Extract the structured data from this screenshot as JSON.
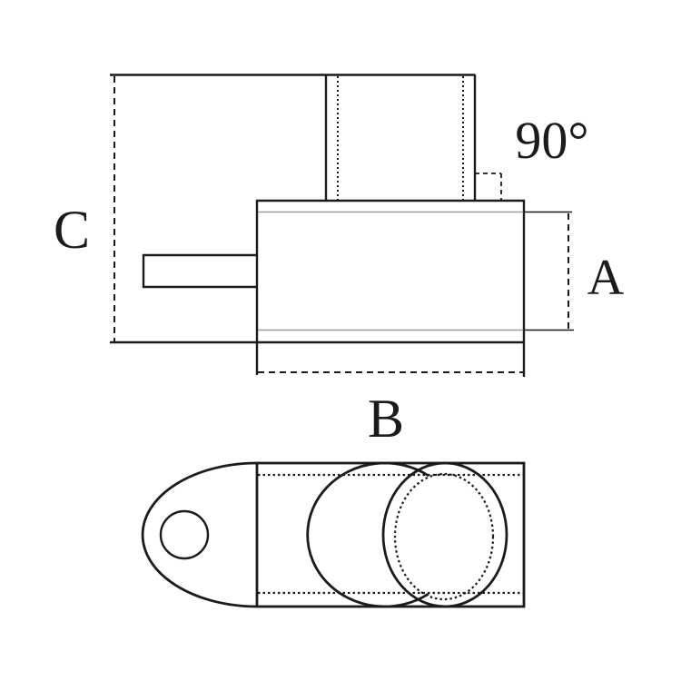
{
  "labels": {
    "angle": "90°",
    "dim_a": "A",
    "dim_b": "B",
    "dim_c": "C"
  },
  "colors": {
    "line": "#1b1b1b",
    "thin_line": "#9a9a9a",
    "background": "#ffffff"
  }
}
